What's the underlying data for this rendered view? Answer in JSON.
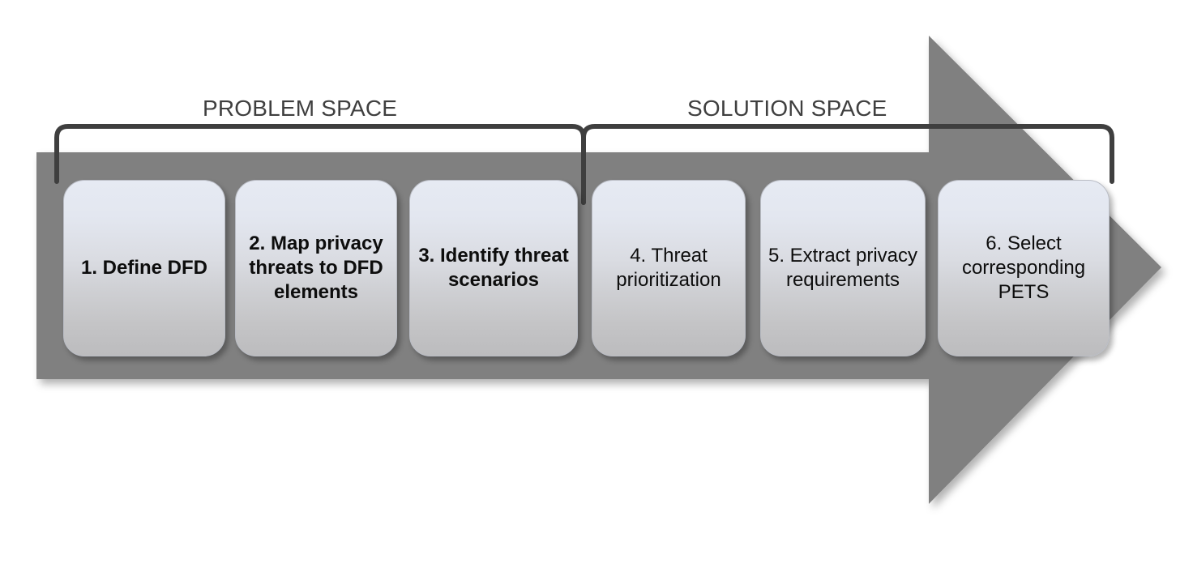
{
  "diagram": {
    "title": "Privacy threat modeling process (LINDDUN-style) 6-step flow",
    "type": "process-flow-arrow",
    "colors": {
      "arrow_fill": "#808080",
      "bracket_stroke": "#3f3f3f",
      "label_text": "#3f3f3f",
      "box_text": "#0d0d0d",
      "box_gradient_top": "#e6eaf3",
      "box_gradient_bottom": "#bcbcbe",
      "box_border": "#b9bcc4",
      "background": "#ffffff"
    },
    "phases": [
      {
        "id": "problem-space",
        "label": "PROBLEM SPACE",
        "covers_steps": [
          1,
          2,
          3
        ]
      },
      {
        "id": "solution-space",
        "label": "SOLUTION SPACE",
        "covers_steps": [
          4,
          5,
          6
        ]
      }
    ],
    "steps": [
      {
        "number": "1.",
        "label": "1. Define DFD",
        "emphasis": "bold",
        "phase": "problem-space"
      },
      {
        "number": "2.",
        "label": "2. Map privacy threats to DFD elements",
        "emphasis": "bold",
        "phase": "problem-space"
      },
      {
        "number": "3.",
        "label": "3. Identify threat scenarios",
        "emphasis": "bold",
        "phase": "problem-space"
      },
      {
        "number": "4.",
        "label": "4. Threat prioritization",
        "emphasis": "regular",
        "phase": "solution-space"
      },
      {
        "number": "5.",
        "label": "5. Extract privacy requirements",
        "emphasis": "regular",
        "phase": "solution-space"
      },
      {
        "number": "6.",
        "label": "6. Select corresponding PETS",
        "emphasis": "regular",
        "phase": "solution-space"
      }
    ]
  }
}
